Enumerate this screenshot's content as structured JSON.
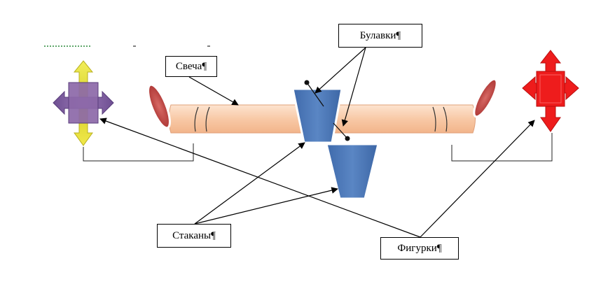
{
  "labels": {
    "candle": "Свеча¶",
    "pins": "Булавки¶",
    "glasses": "Стаканы¶",
    "figures": "Фигурки¶"
  },
  "colors": {
    "candle_fill": "#f8c9a6",
    "glass_fill": "#4a78b8",
    "left_figure_vertical": "#e2dc2c",
    "left_figure_horizontal": "#8c68a8",
    "right_figure": "#ee1c1c",
    "flame": "#c8504e"
  },
  "icons": {
    "left_figure": "four-way-arrow-cross-icon",
    "right_figure": "four-way-arrow-cross-icon",
    "pin": "pin-icon"
  }
}
